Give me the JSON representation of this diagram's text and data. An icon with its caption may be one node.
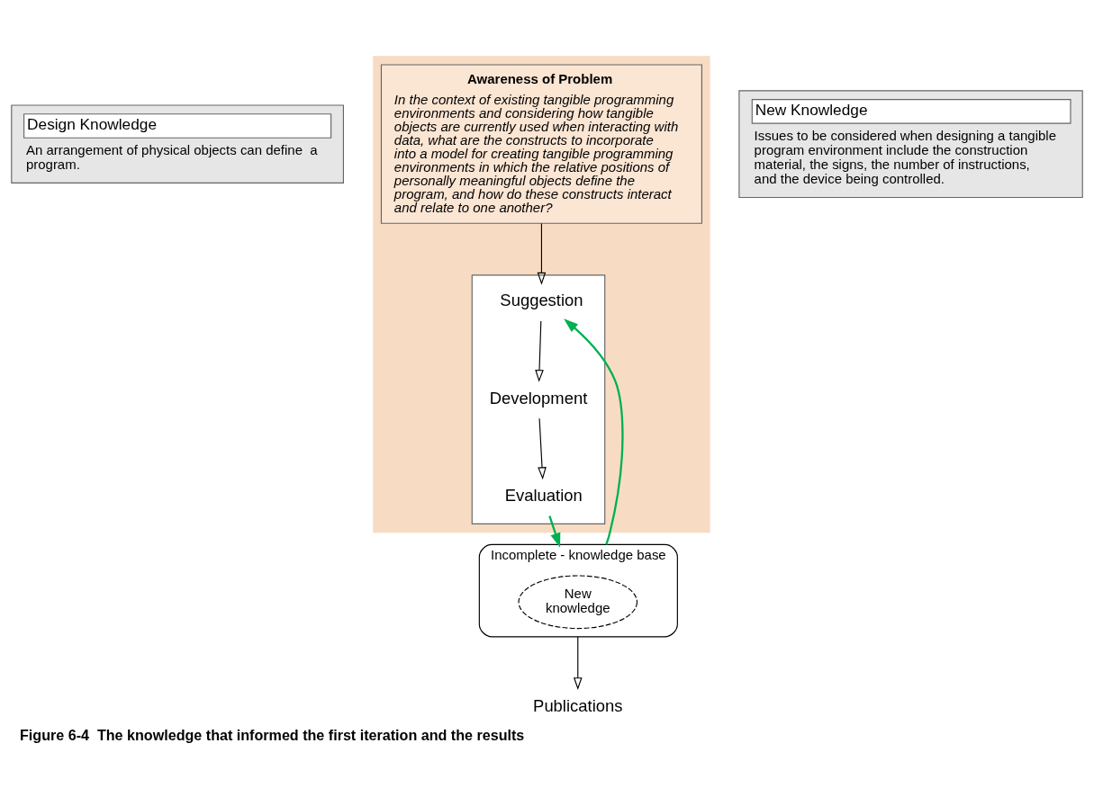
{
  "diagram": {
    "caption": "Figure 6-4  The knowledge that informed the first iteration and the results",
    "nodes": [
      {
        "text": [
          "Design Knowledge",
          "An arrangement of physical objects can define  a program."
        ]
      },
      {
        "text": [],
        "shape": "box"
      },
      {
        "text": [
          "Awareness of Problem",
          "In the context of existing tangible programming environments and considering how tangible objects are currently used when interacting with data, what are the constructs to incorporate into a model for creating tangible programming environments in which the relative positions of personally meaningful objects define the program, and how do these constructs interact and relate to one another?"
        ],
        "in": 1
      },
      {
        "text": [],
        "shape": "box",
        "in": 1
      },
      {
        "text": [
          "Suggestion"
        ],
        "in": 3
      },
      {
        "text": [
          "Development"
        ],
        "in": 3
      },
      {
        "text": [
          "Evaluation"
        ],
        "in": 3
      },
      {
        "text": [
          "Incomplete - knowledge base"
        ]
      },
      {
        "text": [
          "New knowledge"
        ],
        "in": 7
      },
      {
        "text": [
          "Publications"
        ]
      },
      {
        "text": [
          "New Knowledge",
          "Issues to be considered when designing a tangible program environment include the construction material, the signs, the number of instructions, and the device being controlled."
        ]
      }
    ],
    "edges": [
      {
        "from": 2,
        "to": 4,
        "arrow": "to"
      },
      {
        "from": 4,
        "to": 5,
        "arrow": "to"
      },
      {
        "from": 5,
        "to": 6,
        "arrow": "to"
      },
      {
        "from": 7,
        "to": 9,
        "arrow": "to"
      },
      {
        "from": 7,
        "to": 4,
        "arrow": "to",
        "color": "#00b050"
      },
      {
        "from": 6,
        "to": 7,
        "arrow": "to",
        "color": "#00b050"
      }
    ]
  }
}
